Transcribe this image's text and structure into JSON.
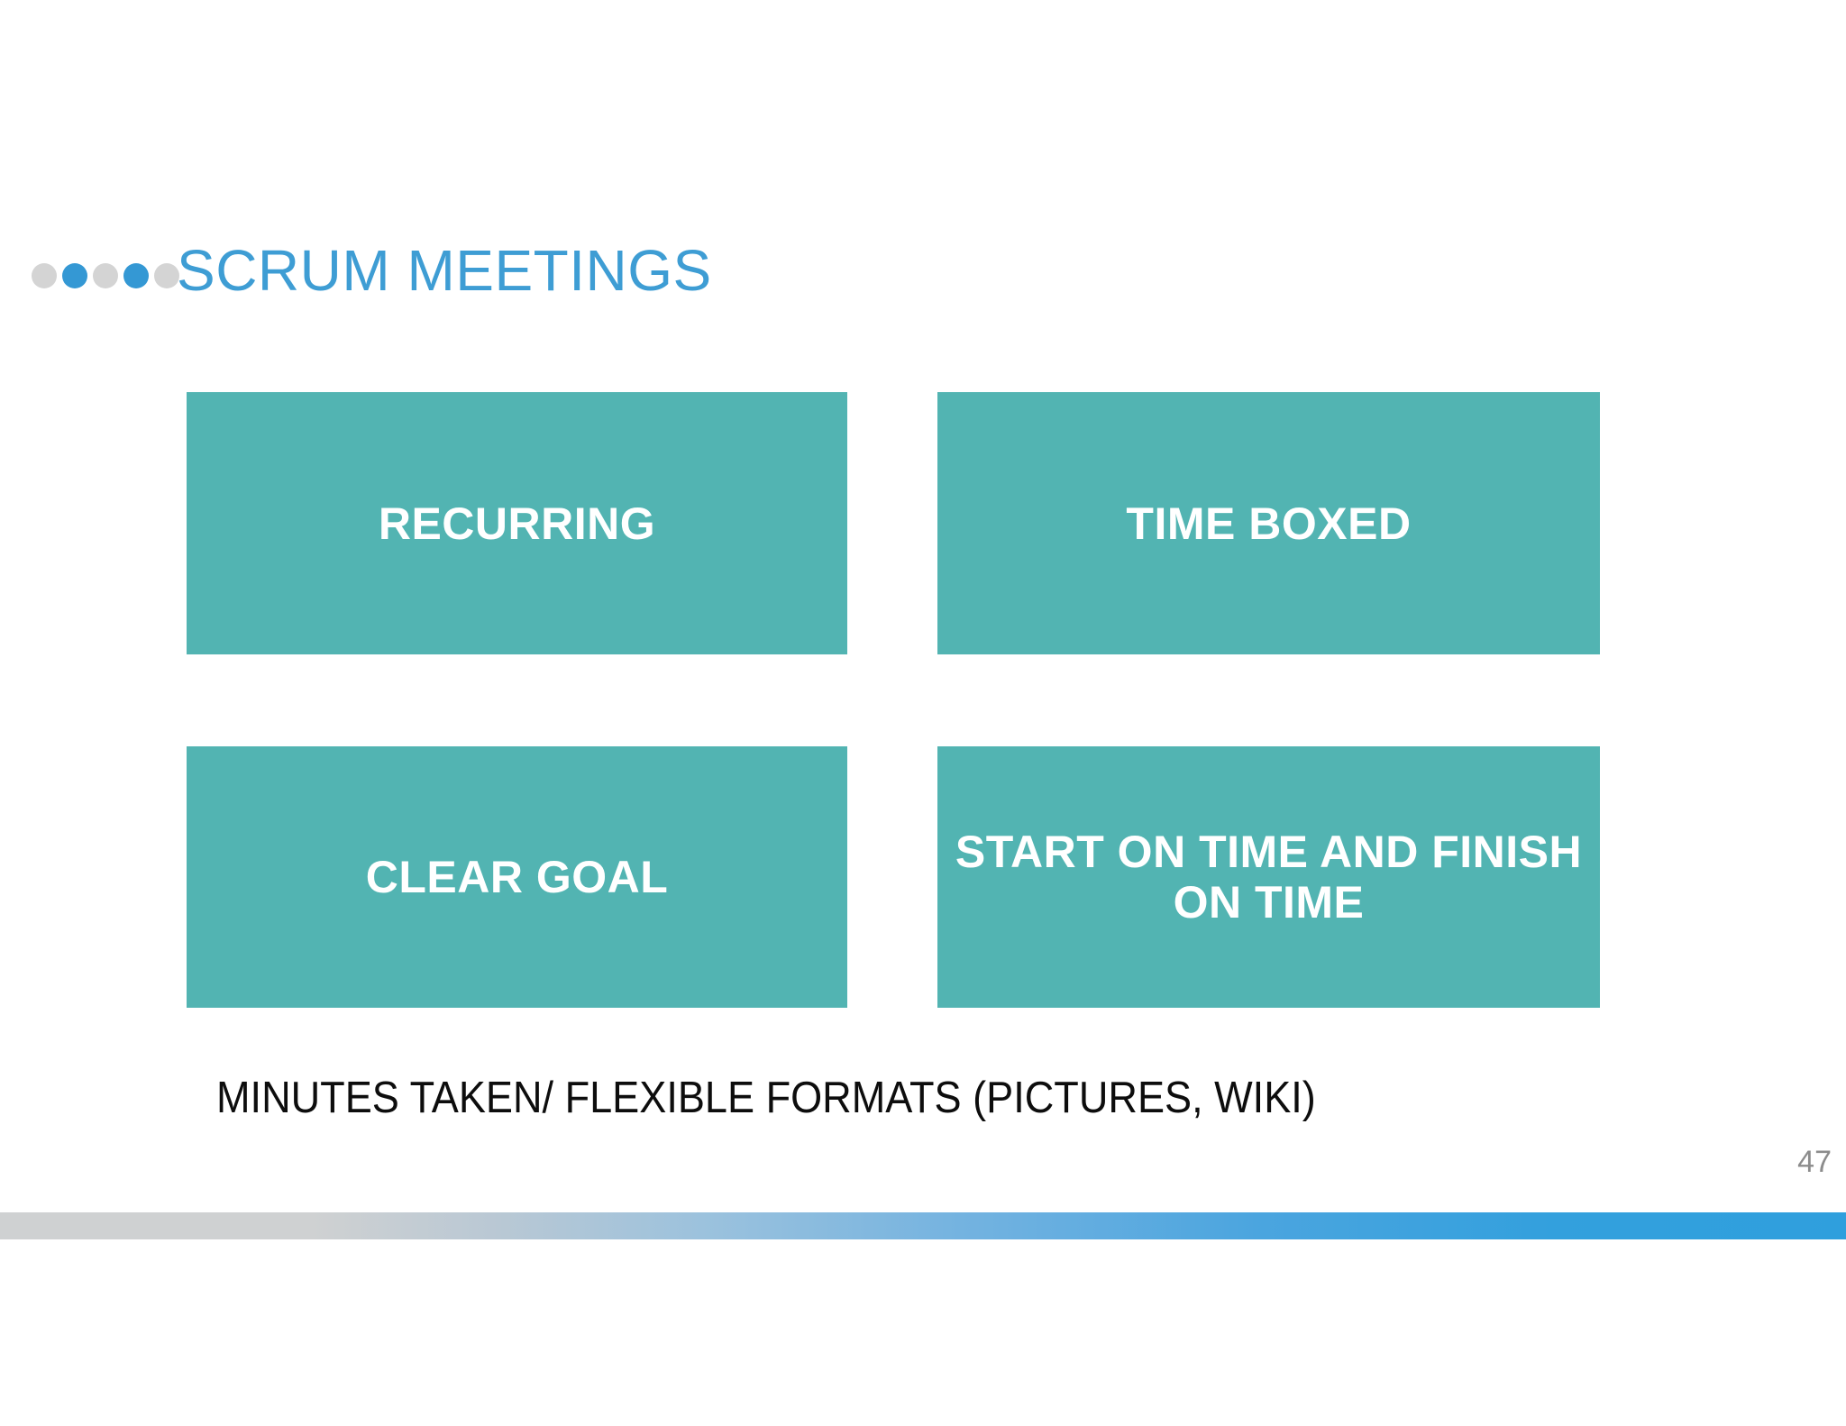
{
  "slide": {
    "title": "SCRUM MEETINGS",
    "title_color": "#3e9dd4",
    "background_color": "#ffffff",
    "accent_teal": "#52b4b2",
    "bullet_dots": [
      {
        "name": "dot-1",
        "color": "#d4d4d4"
      },
      {
        "name": "dot-2",
        "color": "#3498d4"
      },
      {
        "name": "dot-3",
        "color": "#d4d4d4"
      },
      {
        "name": "dot-4",
        "color": "#3498d4"
      },
      {
        "name": "dot-5",
        "color": "#d4d4d4"
      }
    ],
    "boxes": [
      {
        "id": "recurring",
        "label": "RECURRING",
        "row": 1,
        "column": 1
      },
      {
        "id": "timeboxed",
        "label": "TIME BOXED",
        "row": 1,
        "column": 2
      },
      {
        "id": "cleargoal",
        "label": "CLEAR GOAL",
        "row": 2,
        "column": 1
      },
      {
        "id": "startontime",
        "label": "START ON TIME AND FINISH ON TIME",
        "row": 2,
        "column": 2
      }
    ],
    "caption": "MINUTES TAKEN/ FLEXIBLE FORMATS (PICTURES, WIKI)",
    "caption_color": "#0d0d0d",
    "slide_number": "47",
    "slide_number_color": "#8c8c8c",
    "footer_bar": {
      "gradient_start": "#cfd1d2",
      "gradient_end": "#2f9fdd"
    }
  }
}
